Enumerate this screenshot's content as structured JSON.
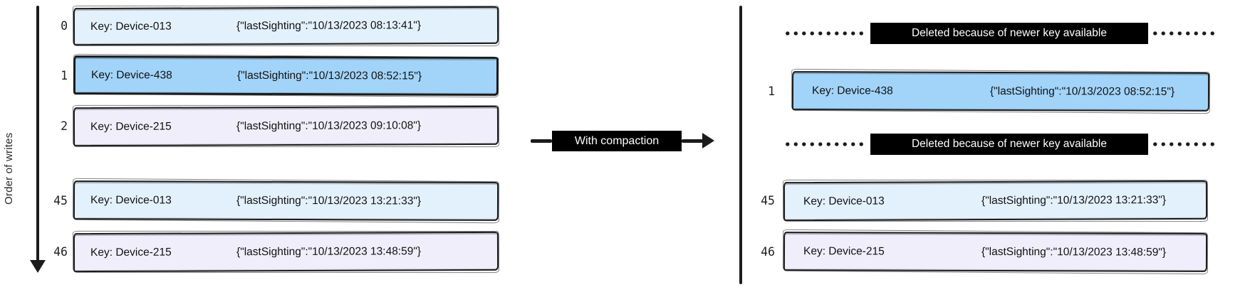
{
  "colors": {
    "light_blue": "#e3f1fc",
    "highlight_blue": "#a2d4fa",
    "lavender": "#f0eefb",
    "ink": "#1b1b1b",
    "banner_bg": "#000000",
    "banner_text": "#ffffff"
  },
  "left": {
    "axis_label": "Order of writes",
    "rows": [
      {
        "index": "0",
        "key": "Key: Device-013",
        "value": "{\"lastSighting\":\"10/13/2023 08:13:41\"}"
      },
      {
        "index": "1",
        "key": "Key: Device-438",
        "value": "{\"lastSighting\":\"10/13/2023 08:52:15\"}"
      },
      {
        "index": "2",
        "key": "Key: Device-215",
        "value": "{\"lastSighting\":\"10/13/2023 09:10:08\"}"
      },
      {
        "index": "45",
        "key": "Key: Device-013",
        "value": "{\"lastSighting\":\"10/13/2023 13:21:33\"}"
      },
      {
        "index": "46",
        "key": "Key: Device-215",
        "value": "{\"lastSighting\":\"10/13/2023 13:48:59\"}"
      }
    ]
  },
  "transform": {
    "label": "With compaction"
  },
  "right": {
    "deleted_notice": "Deleted because of newer key available",
    "rows": [
      {
        "index": "1",
        "key": "Key: Device-438",
        "value": "{\"lastSighting\":\"10/13/2023 08:52:15\"}"
      },
      {
        "index": "45",
        "key": "Key: Device-013",
        "value": "{\"lastSighting\":\"10/13/2023 13:21:33\"}"
      },
      {
        "index": "46",
        "key": "Key: Device-215",
        "value": "{\"lastSighting\":\"10/13/2023 13:48:59\"}"
      }
    ]
  }
}
